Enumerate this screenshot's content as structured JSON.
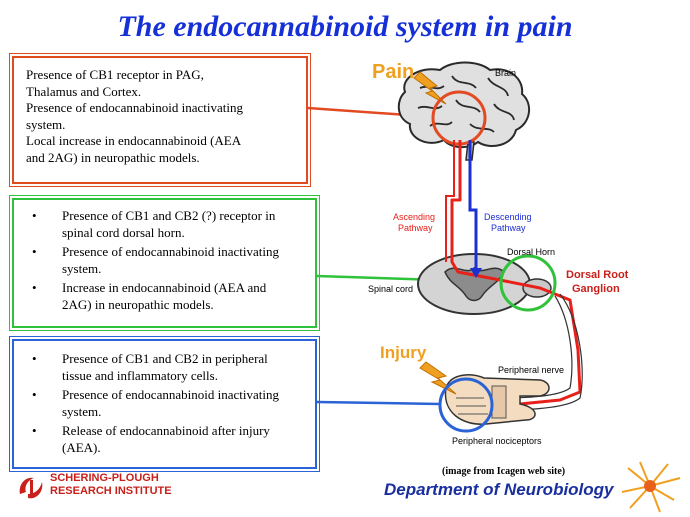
{
  "title": "The endocannabinoid system in pain",
  "brain_box": {
    "lines": [
      "Presence of CB1 receptor in PAG,",
      "Thalamus and Cortex.",
      "Presence of endocannabinoid inactivating",
      "system.",
      "Local increase in endocannabinoid (AEA",
      "and 2AG) in neuropathic models."
    ]
  },
  "spinal_box": {
    "items": [
      [
        "Presence of CB1 and CB2 (?) receptor in",
        "spinal cord dorsal horn."
      ],
      [
        "Presence of endocannabinoid inactivating",
        "system."
      ],
      [
        "Increase in endocannabinoid (AEA and",
        "2AG) in neuropathic models."
      ]
    ]
  },
  "periph_box": {
    "items": [
      [
        "Presence of CB1 and CB2 in peripheral",
        "tissue and inflammatory cells."
      ],
      [
        "Presence of endocannabinoid inactivating",
        "system."
      ],
      [
        "Release of endocannabinoid after injury",
        "(AEA)."
      ]
    ]
  },
  "bullet": "•",
  "diagram": {
    "pain": "Pain",
    "brain": "Brain",
    "ascending": [
      "Ascending",
      "Pathway"
    ],
    "descending": [
      "Descending",
      "Pathway"
    ],
    "dorsal_horn": "Dorsal Horn",
    "drg": [
      "Dorsal Root",
      "Ganglion"
    ],
    "spinal_cord": "Spinal cord",
    "injury": "Injury",
    "peripheral_nerve": "Peripheral nerve",
    "peripheral_nociceptors": "Peripheral nociceptors"
  },
  "footer": {
    "credit": "(image from Icagen web site)",
    "department": "Department of Neurobiology",
    "company": [
      "SCHERING-PLOUGH",
      "RESEARCH INSTITUTE"
    ]
  },
  "colors": {
    "title": "#1530d6",
    "brain_frame": "#e24a22",
    "spinal_frame": "#2fc23a",
    "periph_frame": "#2a63d6",
    "ascending": "#e8201a",
    "descending": "#1c2fd0",
    "pain_label": "#f0a020",
    "company": "#c8201a"
  }
}
